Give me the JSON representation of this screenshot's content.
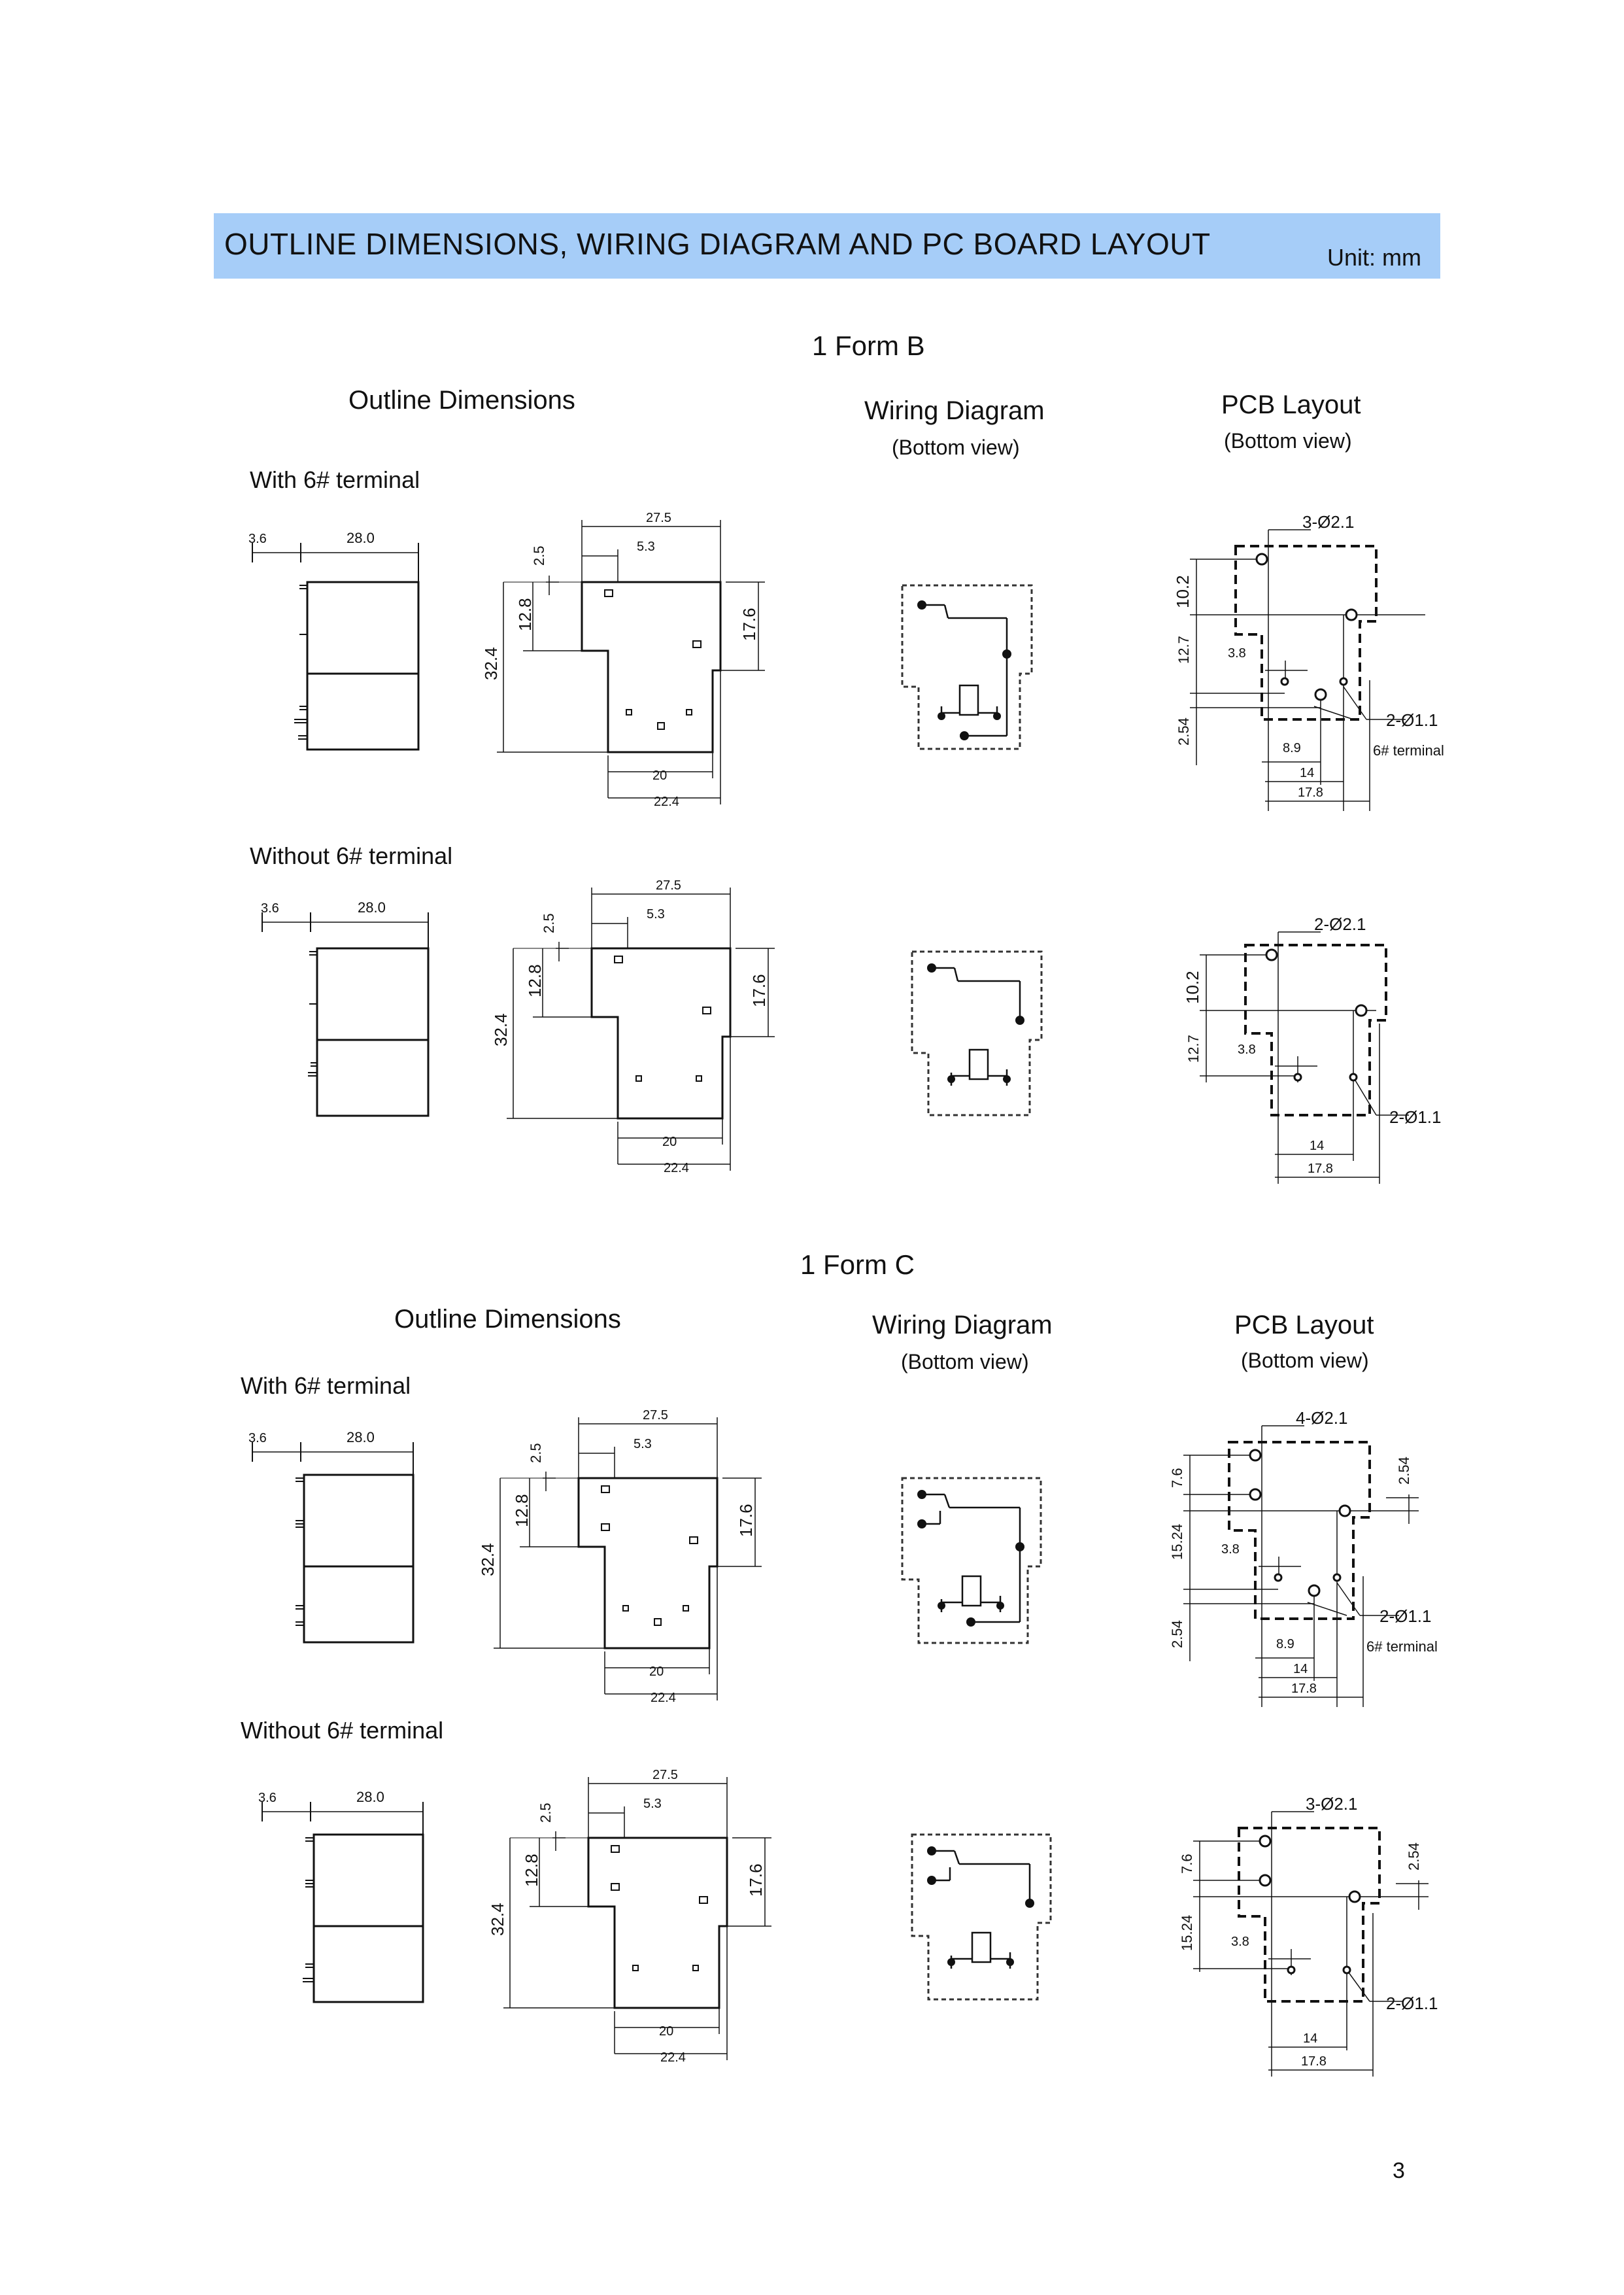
{
  "header": {
    "title": "OUTLINE DIMENSIONS, WIRING DIAGRAM AND PC BOARD LAYOUT",
    "unit": "Unit: mm"
  },
  "page_number": "3",
  "sections": [
    {
      "title": "1 Form B",
      "outline_title": "Outline Dimensions",
      "wiring_title": "Wiring Diagram",
      "wiring_sub": "(Bottom view)",
      "pcb_title": "PCB Layout",
      "pcb_sub": "(Bottom view)",
      "variants": [
        {
          "label": "With 6# terminal",
          "side_dims": [
            "3.6",
            "28.0"
          ],
          "bottom_dims": [
            "27.5",
            "5.3",
            "2.5",
            "12.8",
            "32.4",
            "17.6",
            "20",
            "22.4"
          ],
          "pcb_dims": [
            "3-Ø2.1",
            "10.2",
            "12.7",
            "3.8",
            "2.54",
            "2-Ø1.1",
            "8.9",
            "6# terminal",
            "14",
            "17.8"
          ]
        },
        {
          "label": "Without 6# terminal",
          "side_dims": [
            "3.6",
            "28.0"
          ],
          "bottom_dims": [
            "27.5",
            "5.3",
            "2.5",
            "12.8",
            "32.4",
            "17.6",
            "20",
            "22.4"
          ],
          "pcb_dims": [
            "2-Ø2.1",
            "10.2",
            "12.7",
            "3.8",
            "2-Ø1.1",
            "14",
            "17.8"
          ]
        }
      ]
    },
    {
      "title": "1  Form C",
      "outline_title": "Outline Dimensions",
      "wiring_title": "Wiring Diagram",
      "wiring_sub": "(Bottom view)",
      "pcb_title": "PCB Layout",
      "pcb_sub": "(Bottom view)",
      "variants": [
        {
          "label": "With 6# terminal",
          "side_dims": [
            "3.6",
            "28.0"
          ],
          "bottom_dims": [
            "27.5",
            "5.3",
            "2.5",
            "12.8",
            "32.4",
            "17.6",
            "20",
            "22.4"
          ],
          "pcb_dims": [
            "4-Ø2.1",
            "7.6",
            "2.54",
            "15.24",
            "3.8",
            "2.54",
            "2-Ø1.1",
            "8.9",
            "6# terminal",
            "14",
            "17.8"
          ]
        },
        {
          "label": "Without 6# terminal",
          "side_dims": [
            "3.6",
            "28.0"
          ],
          "bottom_dims": [
            "27.5",
            "5.3",
            "2.5",
            "12.8",
            "32.4",
            "17.6",
            "20",
            "22.4"
          ],
          "pcb_dims": [
            "3-Ø2.1",
            "7.6",
            "2.54",
            "15.24",
            "3.8",
            "2-Ø1.1",
            "14",
            "17.8"
          ]
        }
      ]
    }
  ]
}
